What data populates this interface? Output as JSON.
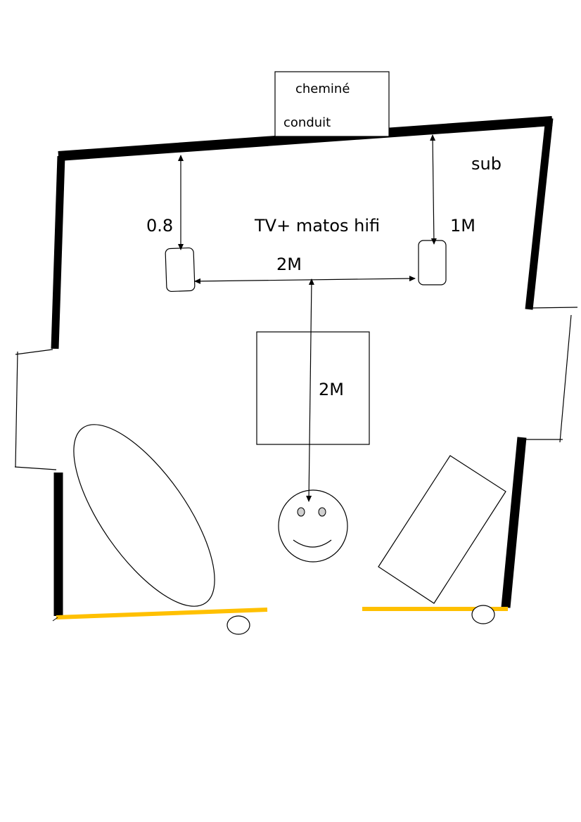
{
  "diagram": {
    "type": "room-floor-plan",
    "colors": {
      "wall": "#000000",
      "door_threshold": "#ffc000",
      "eye": "#d0d0d0",
      "background": "#ffffff"
    },
    "labels": {
      "chimney_line1": "cheminé",
      "chimney_line2": "conduit",
      "sub": "sub",
      "tv": "TV+ matos hifi",
      "left_speaker_distance": "0.8",
      "right_speaker_distance": "1M",
      "speaker_spacing": "2M",
      "listener_distance": "2M"
    },
    "elements": [
      {
        "id": "chimney",
        "kind": "box",
        "label": [
          "cheminé",
          "conduit"
        ]
      },
      {
        "id": "left-speaker",
        "kind": "speaker"
      },
      {
        "id": "right-speaker",
        "kind": "speaker"
      },
      {
        "id": "subwoofer",
        "kind": "label",
        "label": "sub"
      },
      {
        "id": "table",
        "kind": "square"
      },
      {
        "id": "listener",
        "kind": "smiley-face"
      },
      {
        "id": "sofa",
        "kind": "ellipse"
      },
      {
        "id": "armchair",
        "kind": "rotated-rectangle"
      },
      {
        "id": "left-window",
        "kind": "window"
      },
      {
        "id": "right-window",
        "kind": "window"
      },
      {
        "id": "left-door",
        "kind": "door-threshold"
      },
      {
        "id": "right-door",
        "kind": "door-threshold"
      }
    ],
    "measurements": [
      {
        "from": "front-wall",
        "to": "left-speaker",
        "value": "0.8"
      },
      {
        "from": "front-wall",
        "to": "right-speaker",
        "value": "1M"
      },
      {
        "from": "left-speaker",
        "to": "right-speaker",
        "value": "2M"
      },
      {
        "from": "speaker-axis",
        "to": "listener",
        "value": "2M"
      }
    ]
  }
}
